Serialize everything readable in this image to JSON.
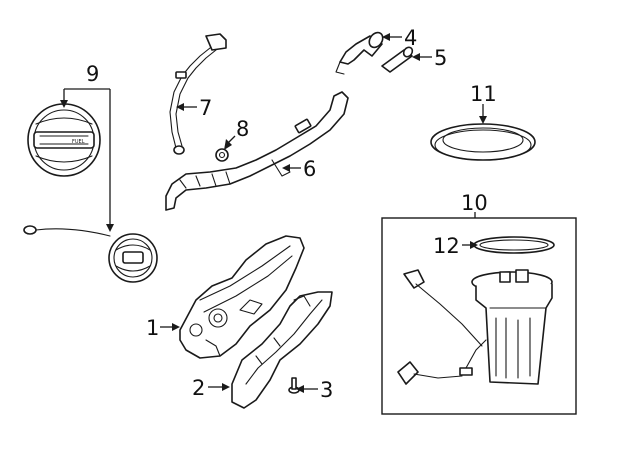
{
  "callouts": {
    "c1": "1",
    "c2": "2",
    "c3": "3",
    "c4": "4",
    "c5": "5",
    "c6": "6",
    "c7": "7",
    "c8": "8",
    "c9": "9",
    "c10": "10",
    "c11": "11",
    "c12": "12"
  },
  "parts": {
    "fuel_cap_marking": "FUEL"
  },
  "colors": {
    "line": "#1a1a1a",
    "background": "#ffffff"
  }
}
